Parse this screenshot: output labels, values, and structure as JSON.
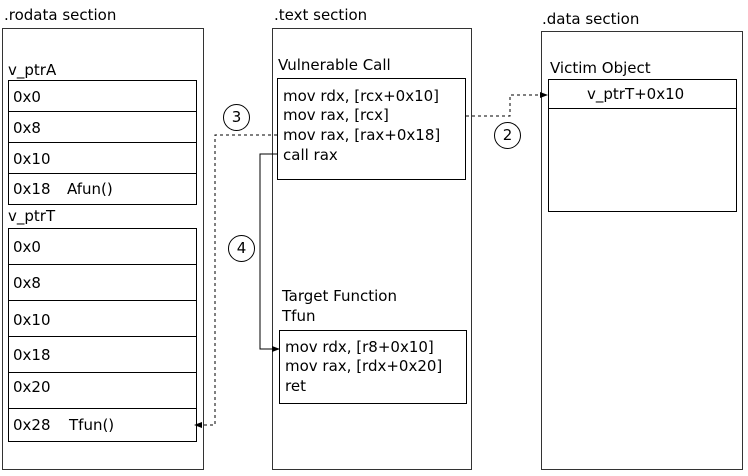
{
  "sections": {
    "rodata": ".rodata section",
    "text": ".text section",
    "data": ".data section"
  },
  "vptrA": {
    "label": "v_ptrA",
    "rows": [
      {
        "offset": "0x0",
        "entry": ""
      },
      {
        "offset": "0x8",
        "entry": ""
      },
      {
        "offset": "0x10",
        "entry": ""
      },
      {
        "offset": "0x18",
        "entry": "Afun()"
      }
    ]
  },
  "vptrT": {
    "label": "v_ptrT",
    "rows": [
      {
        "offset": "0x0",
        "entry": ""
      },
      {
        "offset": "0x8",
        "entry": ""
      },
      {
        "offset": "0x10",
        "entry": ""
      },
      {
        "offset": "0x18",
        "entry": ""
      },
      {
        "offset": "0x20",
        "entry": ""
      },
      {
        "offset": "0x28",
        "entry": "Tfun()"
      }
    ]
  },
  "vulnerable_call": {
    "title": "Vulnerable Call",
    "lines": [
      "mov rdx, [rcx+0x10]",
      "mov rax, [rcx]",
      "mov rax, [rax+0x18]",
      "call rax"
    ]
  },
  "target_function": {
    "title": "Target Function",
    "name": "Tfun",
    "lines": [
      "mov rdx, [r8+0x10]",
      "mov rax, [rdx+0x20]",
      "ret"
    ]
  },
  "victim_object": {
    "title": "Victim Object",
    "field": "v_ptrT+0x10"
  },
  "steps": [
    "2",
    "3",
    "4"
  ]
}
